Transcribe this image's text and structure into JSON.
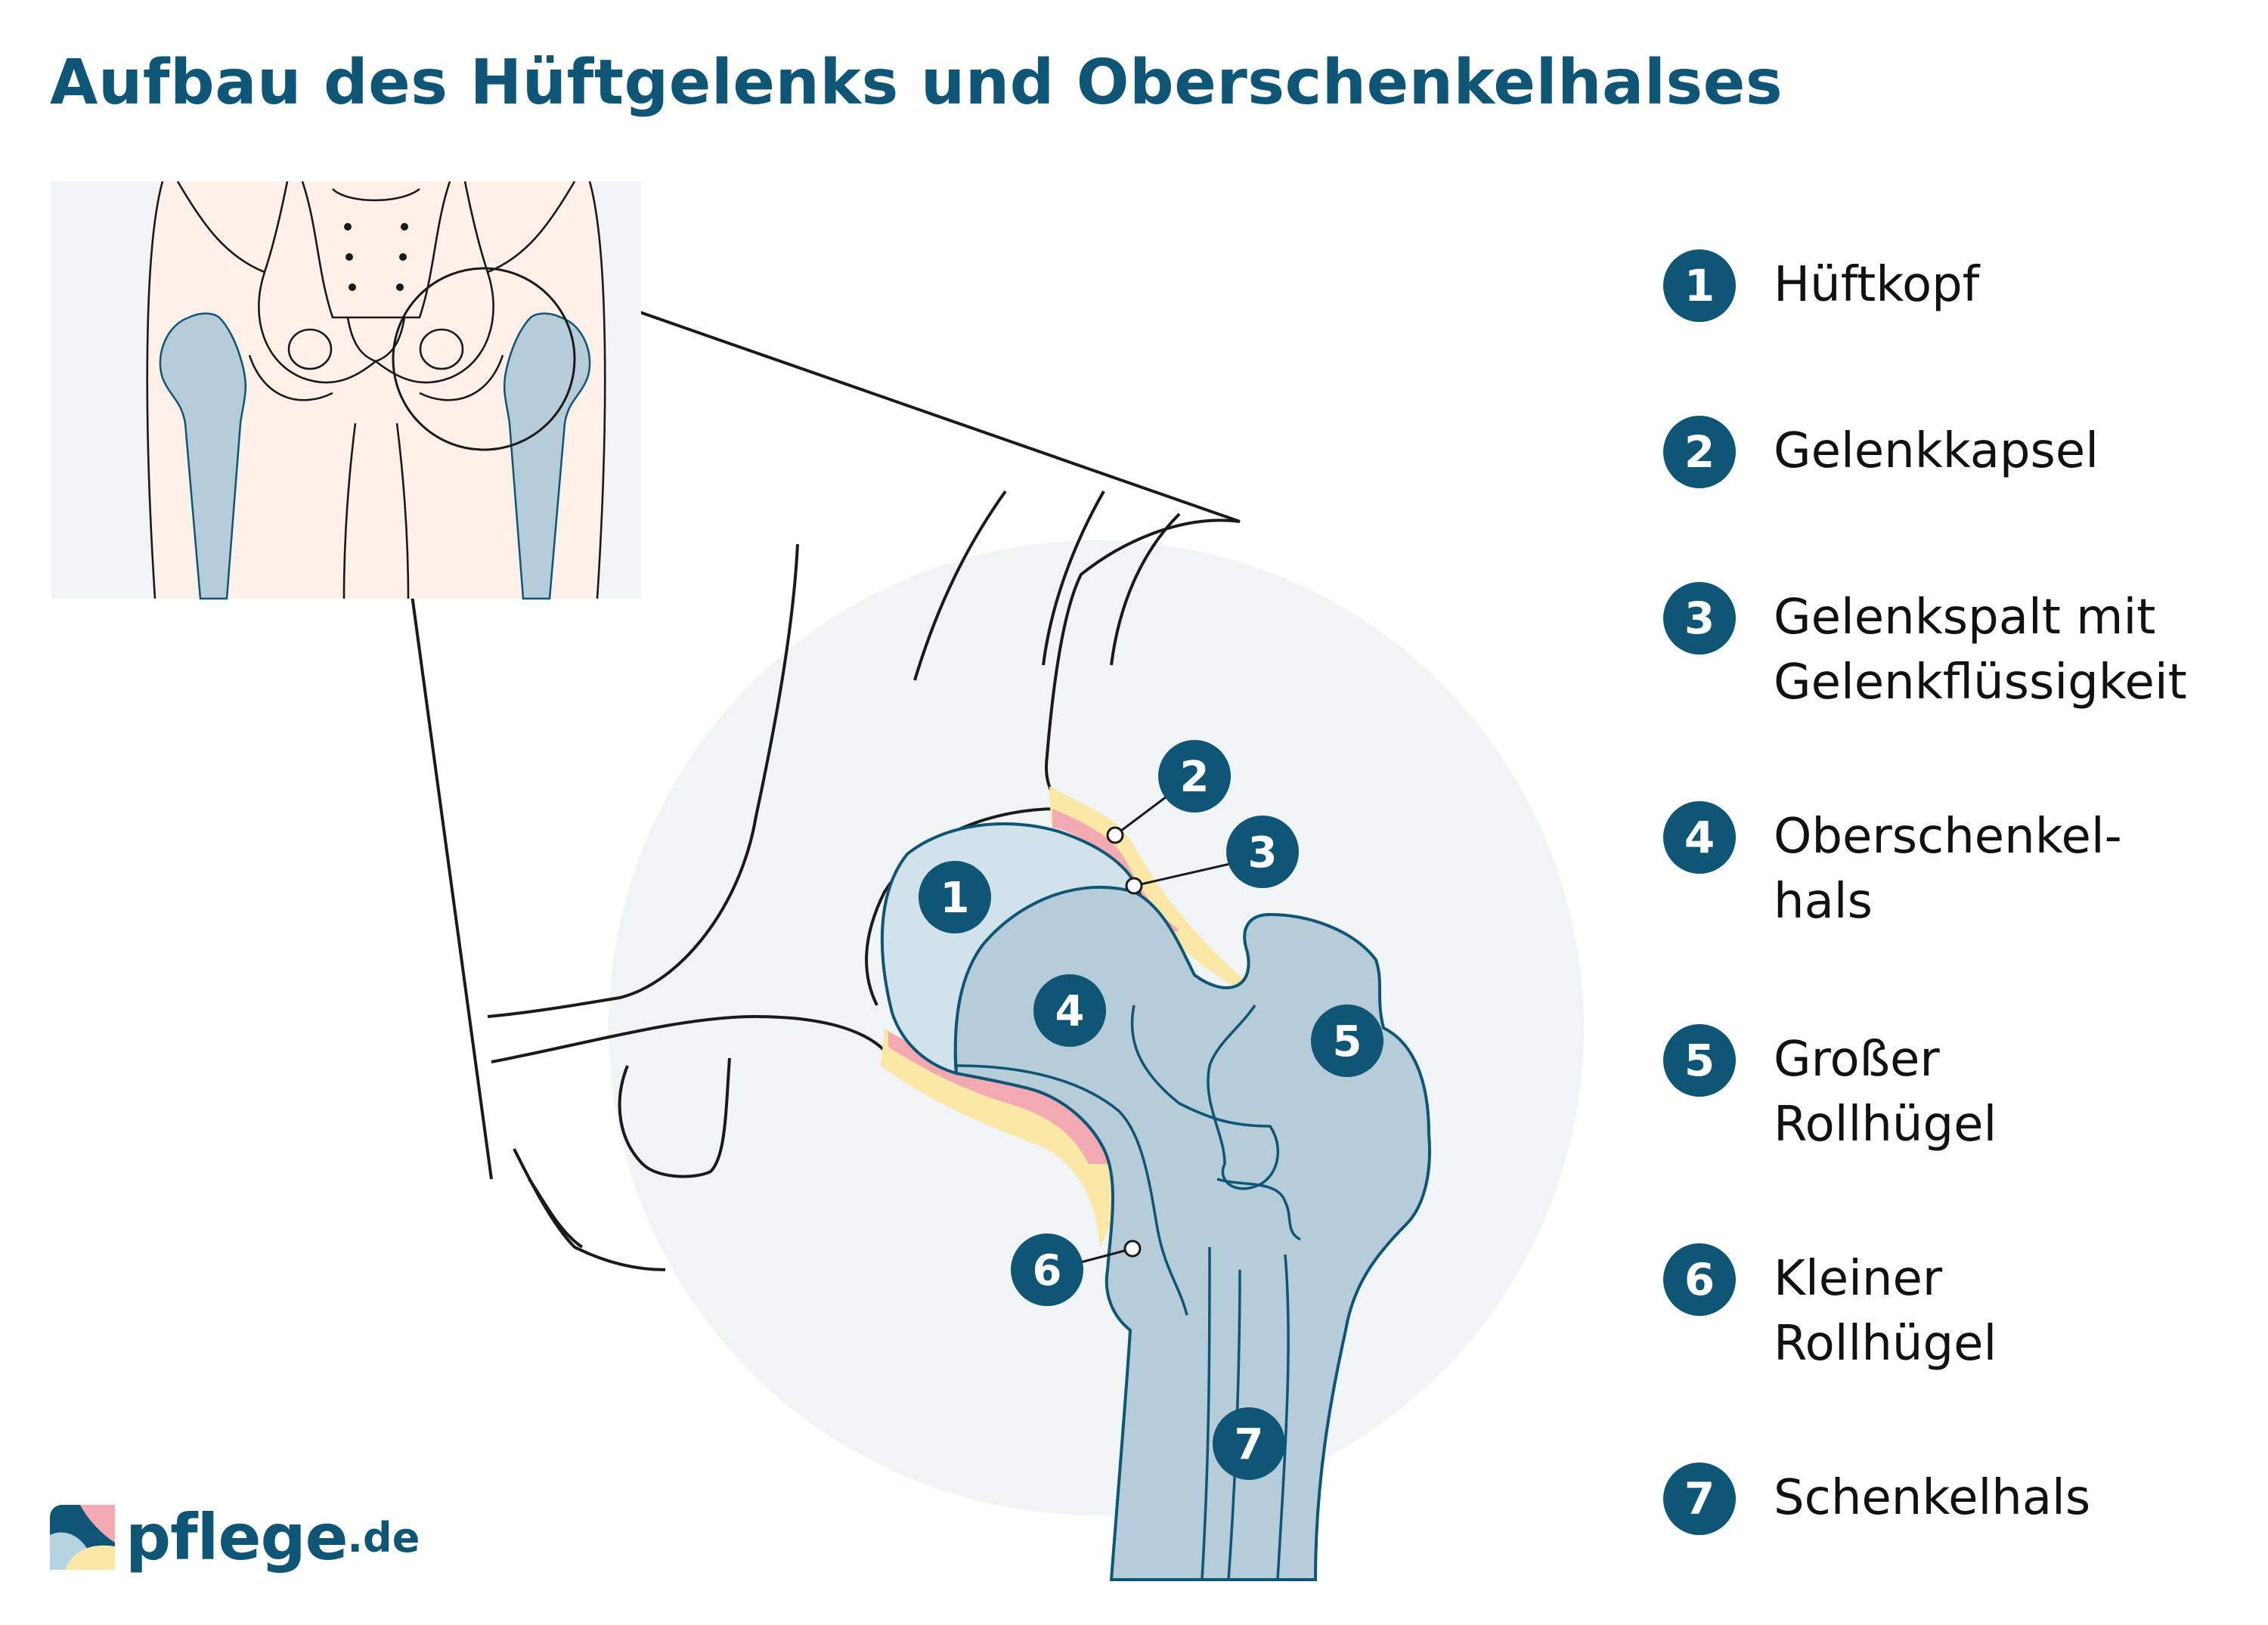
{
  "title": "Aufbau des Hüftgelenks und Oberschenkelhalses",
  "colors": {
    "brand_blue": "#0e5576",
    "bone_fill": "#b6cdd9",
    "head_fill": "#d2e2ea",
    "capsule_yellow": "#fbe7a6",
    "capsule_pink": "#f3a9b2",
    "circle_bg": "#f0f4f4",
    "skin": "#fcf0e8"
  },
  "diagram_badges": [
    "1",
    "2",
    "3",
    "4",
    "5",
    "6",
    "7"
  ],
  "legend": [
    {
      "number": "1",
      "label": "Hüftkopf"
    },
    {
      "number": "2",
      "label": "Gelenkkapsel"
    },
    {
      "number": "3",
      "label": "Gelenkspalt mit\nGelenkflüssigkeit"
    },
    {
      "number": "4",
      "label": "Oberschenkel-\nhals"
    },
    {
      "number": "5",
      "label": "Großer\nRollhügel"
    },
    {
      "number": "6",
      "label": "Kleiner\nRollhügel"
    },
    {
      "number": "7",
      "label": "Schenkelhals"
    }
  ],
  "logo": {
    "name": "pflege",
    "tld": ".de"
  }
}
